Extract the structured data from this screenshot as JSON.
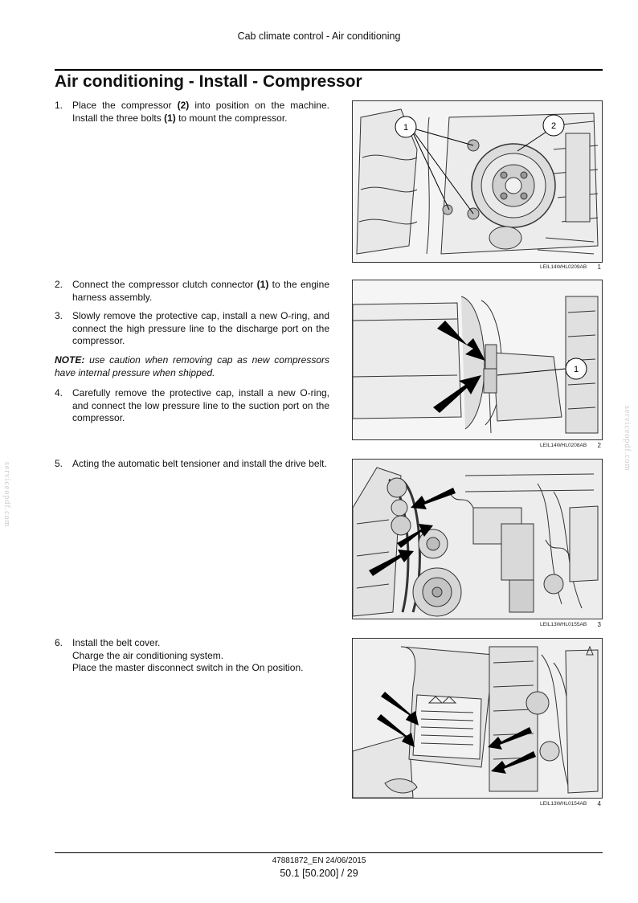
{
  "header": {
    "running_title": "Cab climate control - Air conditioning"
  },
  "page_title": "Air conditioning - Install - Compressor",
  "steps": [
    {
      "num": "1.",
      "text_a": "Place the compressor ",
      "ref_a": "(2)",
      "text_b": " into position on the machine. Install the three bolts ",
      "ref_b": "(1)",
      "text_c": " to mount the compressor."
    },
    {
      "num": "2.",
      "text_a": "Connect the compressor clutch connector ",
      "ref_a": "(1)",
      "text_b": " to the engine harness assembly."
    },
    {
      "num": "3.",
      "text": "Slowly remove the protective cap, install a new O-ring, and connect the high pressure line to the discharge port on the compressor."
    },
    {
      "num": "4.",
      "text": "Carefully remove the protective cap, install a new O-ring, and connect the low pressure line to the suction port on the compressor."
    },
    {
      "num": "5.",
      "text": "Acting the automatic belt tensioner and install the drive belt."
    },
    {
      "num": "6.",
      "line1": "Install the belt cover.",
      "line2": "Charge the air conditioning system.",
      "line3": "Place the master disconnect switch in the On position."
    }
  ],
  "note": {
    "label": "NOTE:",
    "text": " use caution when removing cap as new compressors have internal pressure when shipped."
  },
  "figures": [
    {
      "code": "LEIL14WHL0209AB",
      "num": "1",
      "callouts": [
        "1",
        "2"
      ]
    },
    {
      "code": "LEIL14WHL0208AB",
      "num": "2",
      "callouts": [
        "1"
      ]
    },
    {
      "code": "LEIL13WHL0155AB",
      "num": "3"
    },
    {
      "code": "LEIL13WHL0154AB",
      "num": "4"
    }
  ],
  "watermark": "serviceopdf.com",
  "footer": {
    "doc_ref": "47881872_EN 24/06/2015",
    "page_ref": "50.1 [50.200] / 29"
  }
}
